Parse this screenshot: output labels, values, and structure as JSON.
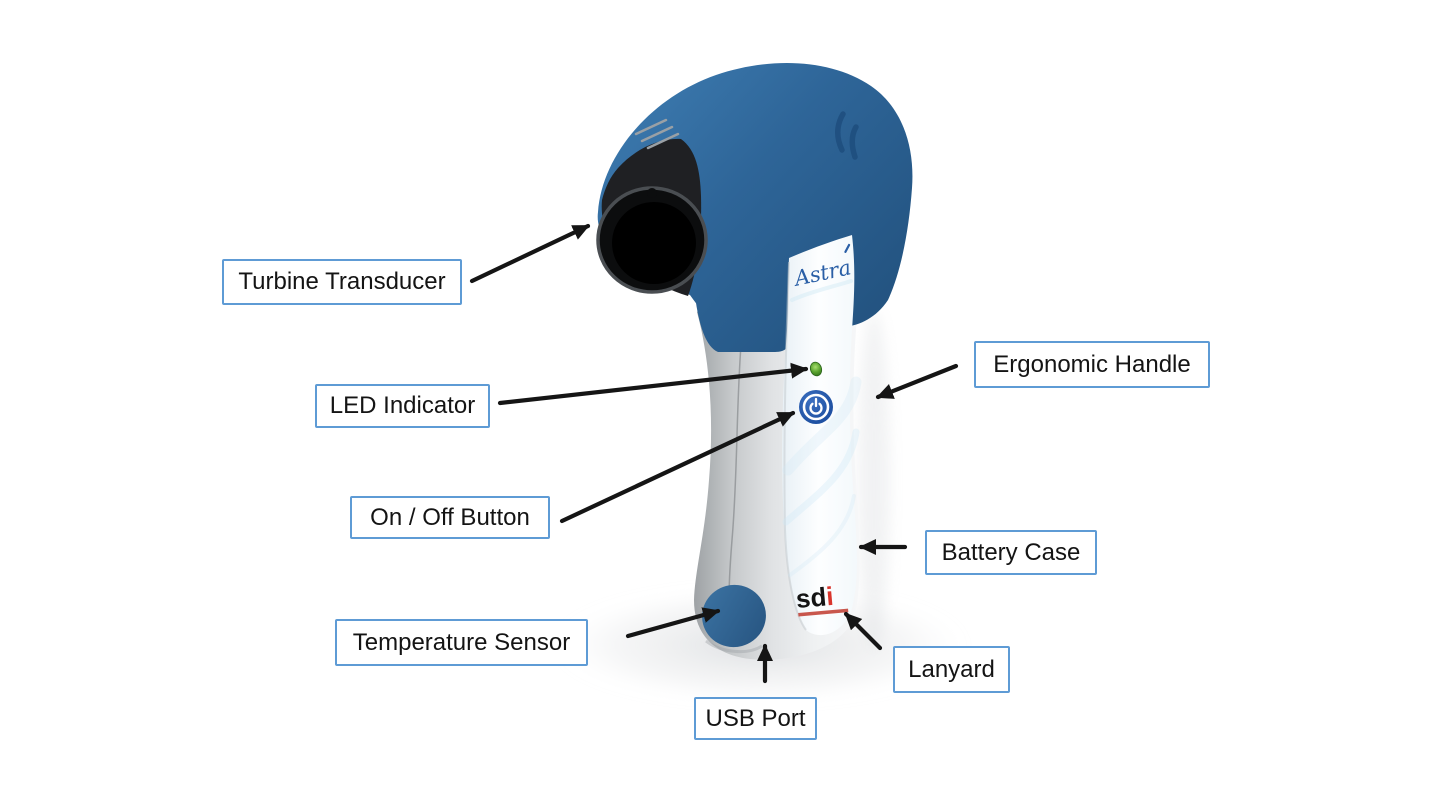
{
  "diagram": {
    "device": {
      "front_logo": "Astra",
      "maker_logo_black": "sd",
      "maker_logo_red": "i"
    },
    "callouts": [
      {
        "label": "Turbine Transducer"
      },
      {
        "label": "LED Indicator"
      },
      {
        "label": "On / Off Button"
      },
      {
        "label": "Temperature Sensor"
      },
      {
        "label": "USB Port"
      },
      {
        "label": "Ergonomic Handle"
      },
      {
        "label": "Battery Case"
      },
      {
        "label": "Lanyard"
      }
    ],
    "colors": {
      "label_border": "#5e9bd5",
      "label_text": "#141414",
      "arrow": "#151515",
      "device_body_blue": "#2e6598",
      "power_button_blue": "#2457a8",
      "led_green": "#4f9a2e",
      "maker_logo_red": "#d9352c",
      "front_logo_blue": "#2a5fa6"
    }
  }
}
